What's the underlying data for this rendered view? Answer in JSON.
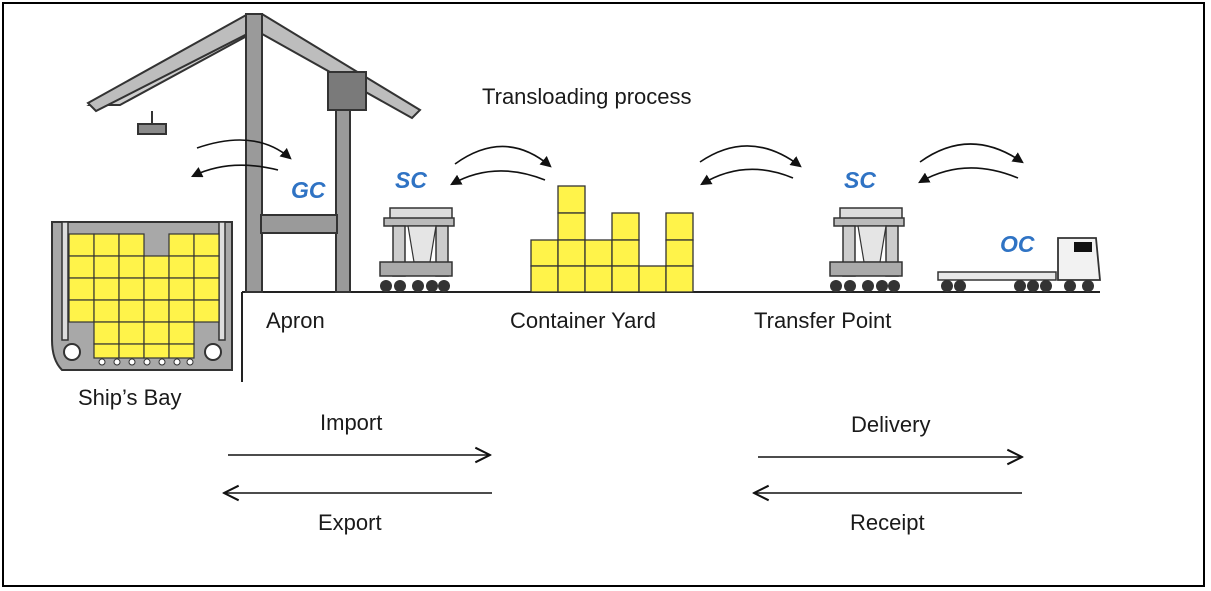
{
  "title": "Transloading process",
  "equipment": {
    "gc": "GC",
    "sc_left": "SC",
    "sc_right": "SC",
    "oc": "OC"
  },
  "locations": {
    "ships_bay": "Ship’s Bay",
    "apron": "Apron",
    "container_yard": "Container Yard",
    "transfer_point": "Transfer Point"
  },
  "flows": {
    "import": "Import",
    "export": "Export",
    "delivery": "Delivery",
    "receipt": "Receipt"
  },
  "colors": {
    "container": "#fff34a",
    "equipment_label": "#2f73c4",
    "crane": "#8a8a8a",
    "crane_dark": "#5a5a5a",
    "hull": "#9a9a9a"
  }
}
